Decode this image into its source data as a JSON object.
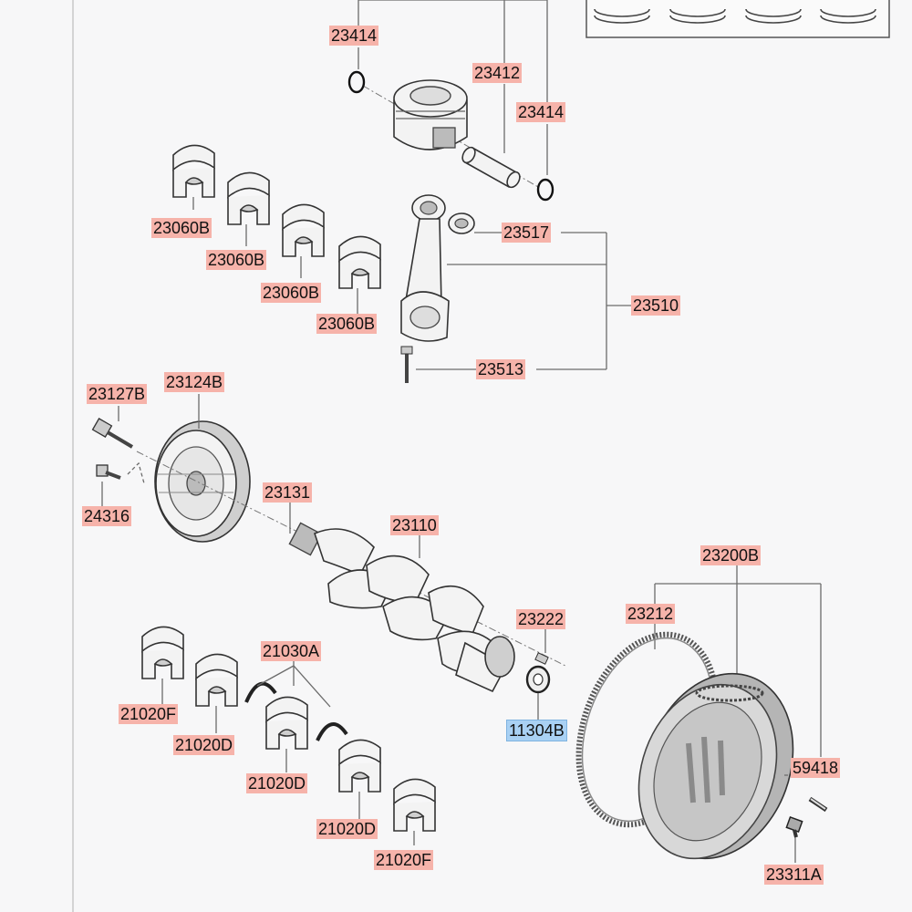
{
  "labels": {
    "l23414a": "23414",
    "l23412": "23412",
    "l23414b": "23414",
    "l23060b1": "23060B",
    "l23060b2": "23060B",
    "l23060b3": "23060B",
    "l23060b4": "23060B",
    "l23517": "23517",
    "l23510": "23510",
    "l23513": "23513",
    "l23127b": "23127B",
    "l23124b": "23124B",
    "l24316": "24316",
    "l23131": "23131",
    "l23110": "23110",
    "l23200b": "23200B",
    "l23212": "23212",
    "l23222": "23222",
    "l21030a": "21030A",
    "l21020f1": "21020F",
    "l21020d1": "21020D",
    "l21020d2": "21020D",
    "l21020d3": "21020D",
    "l21020f2": "21020F",
    "l11304b": "11304B",
    "l59418": "59418",
    "l23311a": "23311A"
  },
  "colors": {
    "label_highlight": "#f6b3aa",
    "selected_label_highlight": "#a9d1f4",
    "background": "#f7f7f8"
  }
}
